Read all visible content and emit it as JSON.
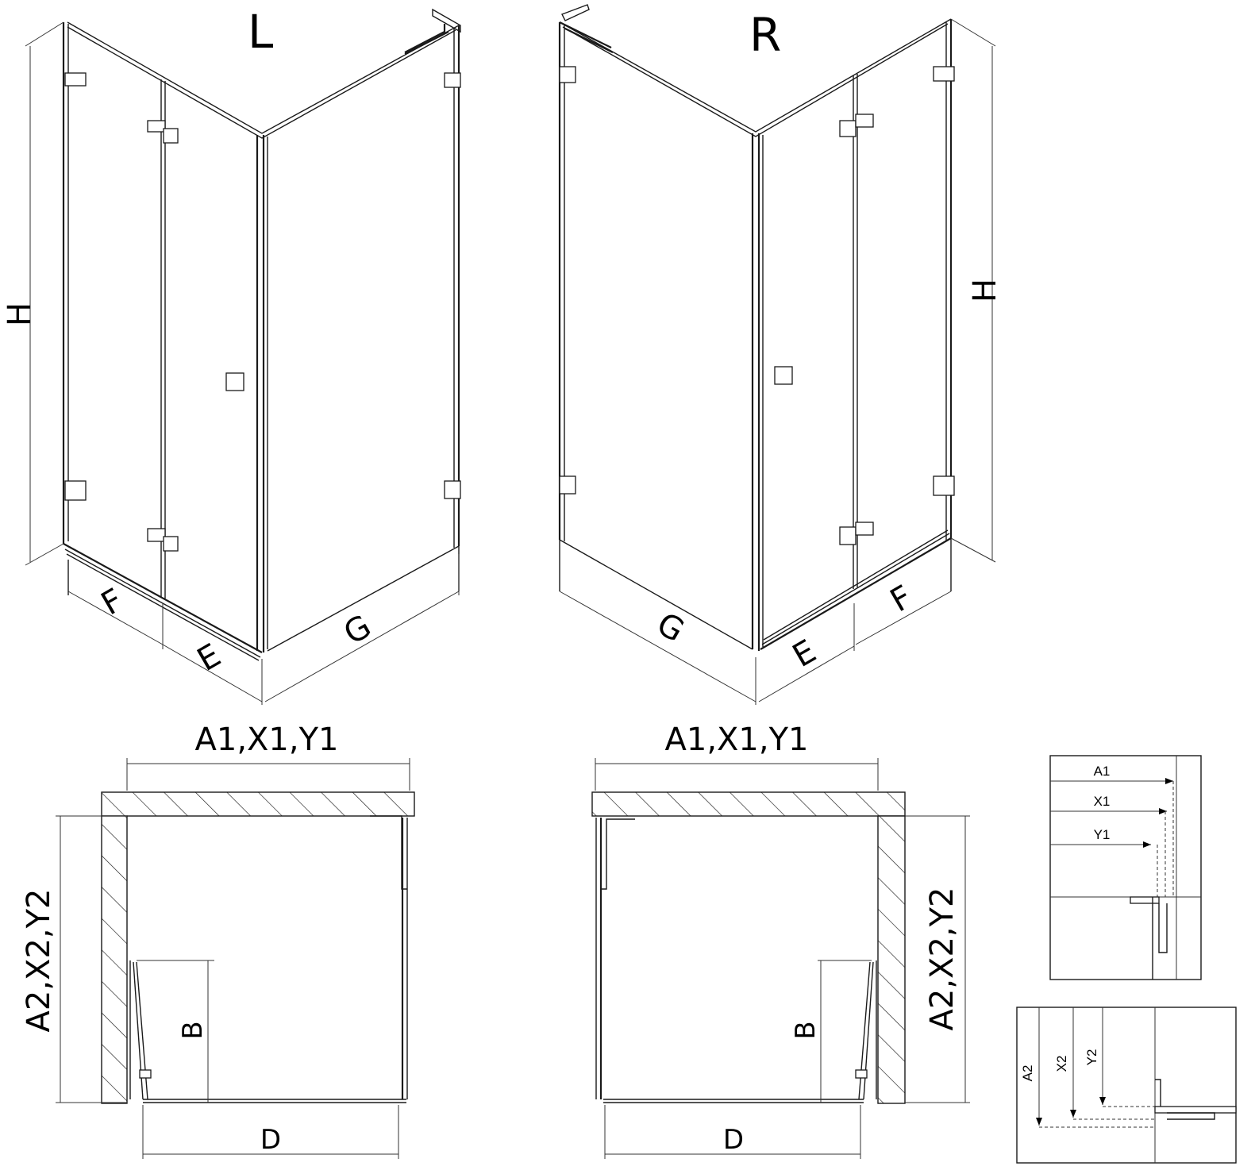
{
  "views": {
    "left": {
      "title": "L",
      "dim_height": "H",
      "dim_fixed": "F",
      "dim_door": "E",
      "dim_side": "G"
    },
    "right": {
      "title": "R",
      "dim_height": "H",
      "dim_fixed": "F",
      "dim_door": "E",
      "dim_side": "G"
    }
  },
  "plans": {
    "left": {
      "width_dims": "A1,X1,Y1",
      "depth_dims": "A2,X2,Y2",
      "opening": "B",
      "base": "D"
    },
    "right": {
      "width_dims": "A1,X1,Y1",
      "depth_dims": "A2,X2,Y2",
      "opening": "B",
      "base": "D"
    }
  },
  "details": {
    "top": {
      "labels": [
        "A1",
        "X1",
        "Y1"
      ]
    },
    "bottom": {
      "labels": [
        "A2",
        "X2",
        "Y2"
      ]
    }
  }
}
